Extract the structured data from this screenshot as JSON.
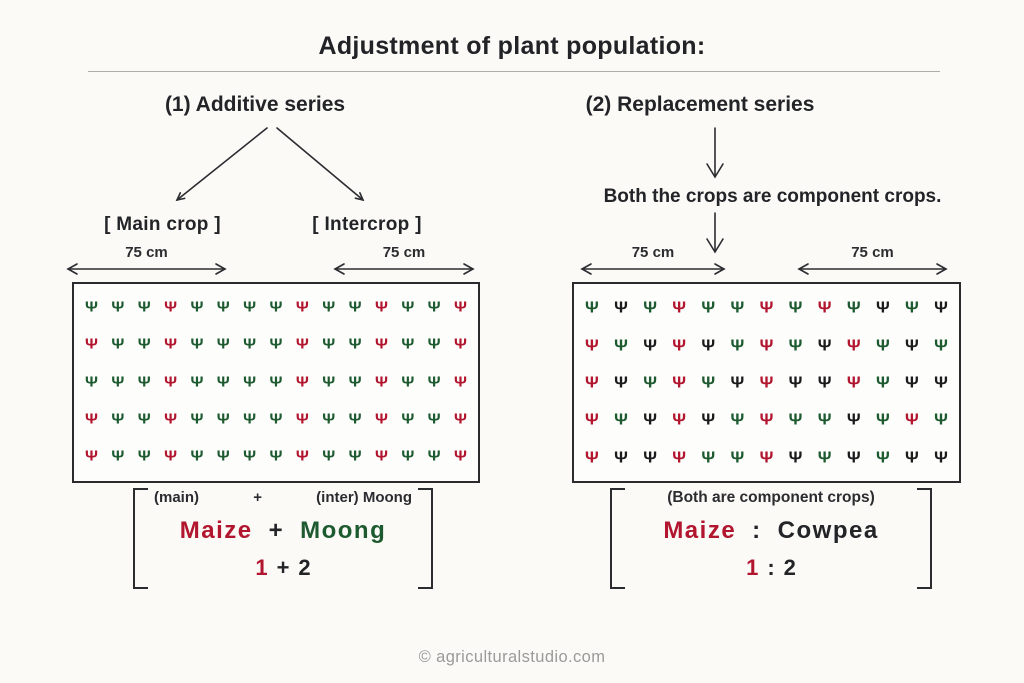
{
  "page": {
    "title": "Adjustment of plant population:",
    "footer": "© agriculturalstudio.com"
  },
  "colors": {
    "maize_red": "#b2162f",
    "moong_green": "#1d5a30",
    "cowpea_black": "#1b1b1d",
    "text_dark": "#27282c",
    "footer_gray": "#9a9a98",
    "background": "#fbfaf7"
  },
  "plant_glyph": "Ψ",
  "additive": {
    "heading": "(1) Additive series",
    "main_crop_label": "[ Main crop ]",
    "intercrop_label": "[ Intercrop ]",
    "spacing_left": "75 cm",
    "spacing_right": "75 cm",
    "formula": {
      "annotation_main": "(main)",
      "annotation_plus": "+",
      "annotation_inter": "(inter) Moong",
      "crop1": "Maize",
      "operator": "+",
      "crop2": "Moong",
      "ratio1": "1",
      "ratio_operator": "+",
      "ratio2": "2"
    },
    "grid": {
      "legend": {
        "r": "Maize (red)",
        "g": "Moong (green)"
      },
      "rows": [
        [
          "g",
          "g",
          "g",
          "r",
          "g",
          "g",
          "g",
          "g",
          "r",
          "g",
          "g",
          "r",
          "g",
          "g",
          "r"
        ],
        [
          "r",
          "g",
          "g",
          "r",
          "g",
          "g",
          "g",
          "g",
          "r",
          "g",
          "g",
          "r",
          "g",
          "g",
          "r"
        ],
        [
          "g",
          "g",
          "g",
          "r",
          "g",
          "g",
          "g",
          "g",
          "r",
          "g",
          "g",
          "r",
          "g",
          "g",
          "r"
        ],
        [
          "r",
          "g",
          "g",
          "r",
          "g",
          "g",
          "g",
          "g",
          "r",
          "g",
          "g",
          "r",
          "g",
          "g",
          "r"
        ],
        [
          "r",
          "g",
          "g",
          "r",
          "g",
          "g",
          "g",
          "g",
          "r",
          "g",
          "g",
          "r",
          "g",
          "g",
          "r"
        ]
      ]
    }
  },
  "replacement": {
    "heading": "(2) Replacement series",
    "note": "Both the crops are component crops.",
    "spacing_left": "75 cm",
    "spacing_right": "75 cm",
    "formula": {
      "annotation": "(Both are component crops)",
      "crop1": "Maize",
      "operator": ":",
      "crop2": "Cowpea",
      "ratio1": "1",
      "ratio_operator": ":",
      "ratio2": "2"
    },
    "grid": {
      "legend": {
        "r": "Maize (red)",
        "g": "Cowpea (green)",
        "k": "Cowpea (black)"
      },
      "rows": [
        [
          "g",
          "k",
          "g",
          "r",
          "g",
          "g",
          "r",
          "g",
          "r",
          "g",
          "k",
          "g",
          "k"
        ],
        [
          "r",
          "g",
          "k",
          "r",
          "k",
          "g",
          "r",
          "g",
          "k",
          "r",
          "g",
          "k",
          "g"
        ],
        [
          "r",
          "k",
          "g",
          "r",
          "g",
          "k",
          "r",
          "k",
          "k",
          "r",
          "g",
          "k",
          "k"
        ],
        [
          "r",
          "g",
          "k",
          "r",
          "k",
          "g",
          "r",
          "g",
          "g",
          "k",
          "g",
          "r",
          "g"
        ],
        [
          "r",
          "k",
          "k",
          "r",
          "g",
          "g",
          "r",
          "k",
          "g",
          "k",
          "g",
          "k",
          "k"
        ]
      ]
    }
  }
}
